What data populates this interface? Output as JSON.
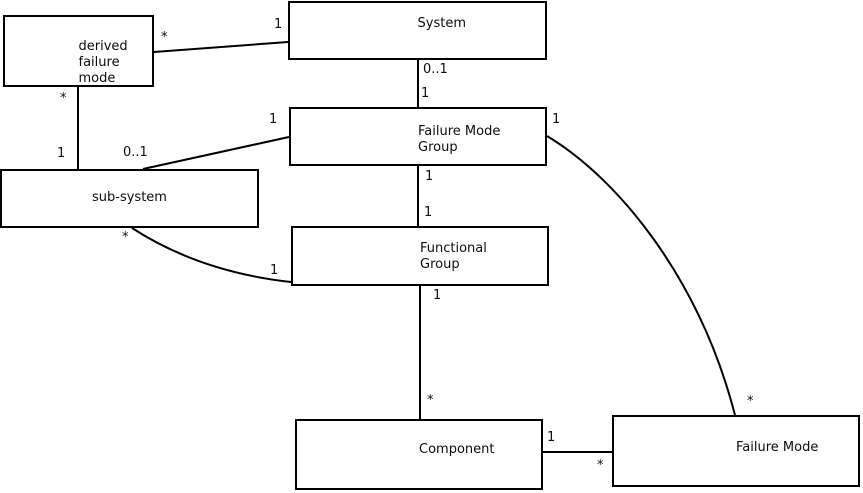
{
  "diagram": {
    "kind": "uml-association-diagram",
    "colors": {
      "background": "#ffffff",
      "stroke": "#000000",
      "text": "#0d0d0d"
    },
    "nodes": [
      {
        "id": "derived-failure-mode",
        "lines": [
          "derived",
          "failure",
          "mode"
        ]
      },
      {
        "id": "system",
        "lines": [
          "System"
        ]
      },
      {
        "id": "failure-mode-group",
        "lines": [
          "Failure Mode",
          "Group"
        ]
      },
      {
        "id": "sub-system",
        "lines": [
          "sub-system"
        ]
      },
      {
        "id": "functional-group",
        "lines": [
          "Functional",
          "Group"
        ]
      },
      {
        "id": "component",
        "lines": [
          "Component"
        ]
      },
      {
        "id": "failure-mode",
        "lines": [
          "Failure Mode"
        ]
      }
    ],
    "edges": [
      {
        "from": "derived failure mode",
        "to": "System",
        "from_label": "*",
        "to_label": "1"
      },
      {
        "from": "derived failure mode",
        "to": "sub-system",
        "from_label": "*",
        "to_label": "1"
      },
      {
        "from": "System",
        "to": "Failure Mode Group",
        "from_label": "0..1",
        "to_label": "1"
      },
      {
        "from": "Failure Mode Group",
        "to": "sub-system",
        "from_label": "1",
        "to_label": "0..1"
      },
      {
        "from": "Failure Mode Group",
        "to": "Functional Group",
        "from_label": "1",
        "to_label": "1"
      },
      {
        "from": "sub-system",
        "to": "Functional Group",
        "from_label": "*",
        "to_label": "1"
      },
      {
        "from": "Functional Group",
        "to": "Component",
        "from_label": "1",
        "to_label": "*"
      },
      {
        "from": "Component",
        "to": "Failure Mode",
        "from_label": "1",
        "to_label": "*"
      },
      {
        "from": "Failure Mode Group",
        "to": "Failure Mode",
        "from_label": "1",
        "to_label": "*"
      }
    ]
  }
}
